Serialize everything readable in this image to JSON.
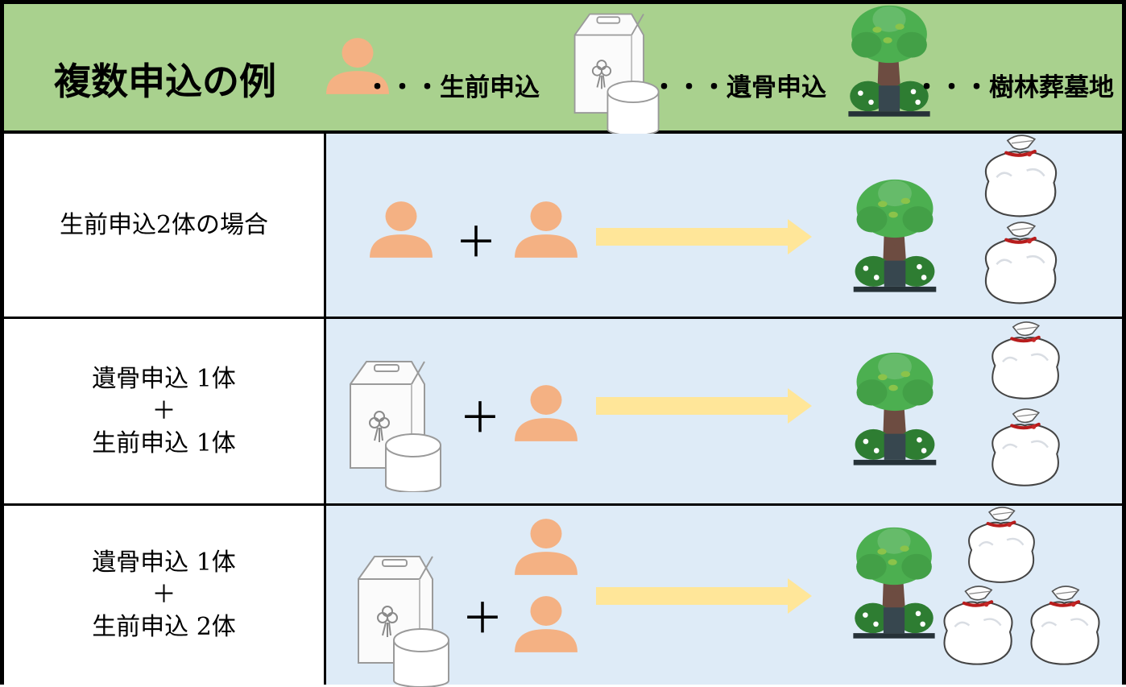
{
  "header": {
    "title": "複数申込の例",
    "legend": [
      {
        "icon": "person-icon",
        "label": "・・・生前申込"
      },
      {
        "icon": "urn-box-icon",
        "label": "・・・遺骨申込"
      },
      {
        "icon": "tree-grave-icon",
        "label": "・・・樹林葬墓地"
      }
    ]
  },
  "rows": [
    {
      "label_lines": [
        "生前申込2体の場合"
      ],
      "left_items": [
        "person-icon"
      ],
      "right_items": [
        "person-icon"
      ],
      "result_bags": 2
    },
    {
      "label_lines": [
        "遺骨申込 1体",
        "＋",
        "生前申込 1体"
      ],
      "left_items": [
        "urn-box-icon"
      ],
      "right_items": [
        "person-icon"
      ],
      "result_bags": 2
    },
    {
      "label_lines": [
        "遺骨申込 1体",
        "＋",
        "生前申込 2体"
      ],
      "left_items": [
        "urn-box-icon"
      ],
      "right_items": [
        "person-icon",
        "person-icon"
      ],
      "result_bags": 3
    }
  ],
  "plus_symbol": "＋",
  "colors": {
    "header_bg": "#a9d18e",
    "content_bg": "#deebf7",
    "person": "#f4b183",
    "arrow": "#ffe699",
    "tree_leaf": "#4caf50",
    "trunk": "#6d4c41"
  }
}
